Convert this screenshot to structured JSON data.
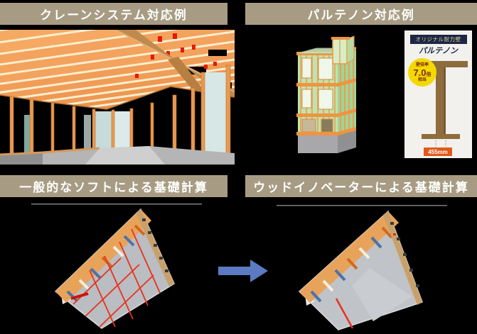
{
  "page": {
    "background_color": "#000000"
  },
  "colors": {
    "header_bg": "#a79c83",
    "header_text": "#ffffff",
    "arrow": "#5b7ac1",
    "card_bg": "#f2f1ee",
    "card_header_bg": "#1b2743",
    "badge_bg": "#f4d900",
    "badge_text": "#7c2808",
    "width_label_bg": "#e2591b",
    "wood_orange": "#f5a963",
    "slab_gray": "#babdc1",
    "warning_red": "#e8321e"
  },
  "panels": {
    "crane": {
      "title": "クレーンシステム対応例"
    },
    "parthenon": {
      "title": "パルテノン対応例",
      "card": {
        "header": "オリジナル耐力壁",
        "product_name": "パルテノン",
        "badge": {
          "top": "壁倍率",
          "value": "7.0",
          "unit": "倍",
          "bottom": "相当"
        },
        "width_label": "455mm"
      }
    },
    "general_software": {
      "title": "一般的なソフトによる基礎計算"
    },
    "wood_innovator": {
      "title": "ウッドイノベーターによる基礎計算"
    }
  },
  "icons": {
    "arrow_right": "arrow-right-icon"
  }
}
